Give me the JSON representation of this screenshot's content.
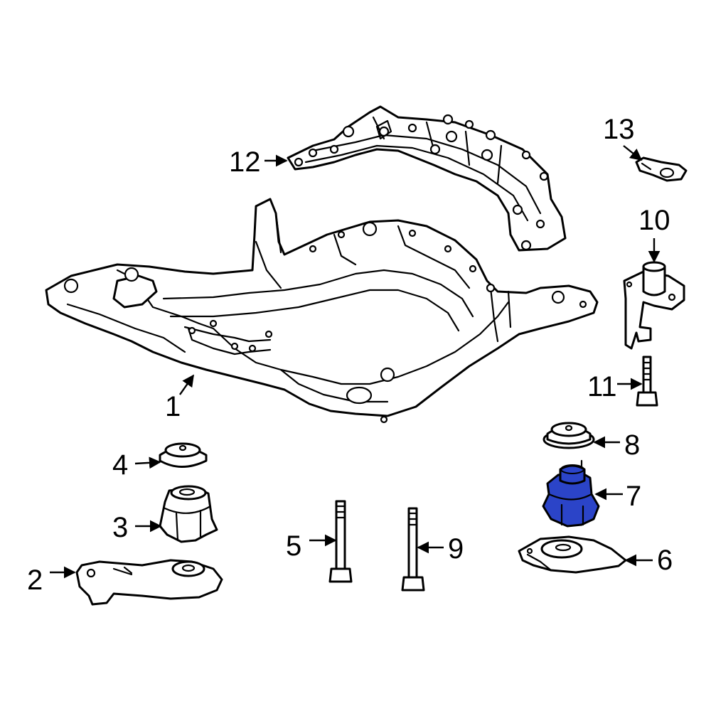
{
  "highlight_color": "#2b44c8",
  "callouts": {
    "p1": "1",
    "p2": "2",
    "p3": "3",
    "p4": "4",
    "p5": "5",
    "p6": "6",
    "p7": "7",
    "p8": "8",
    "p9": "9",
    "p10": "10",
    "p11": "11",
    "p12": "12",
    "p13": "13"
  },
  "highlighted_part": "7"
}
